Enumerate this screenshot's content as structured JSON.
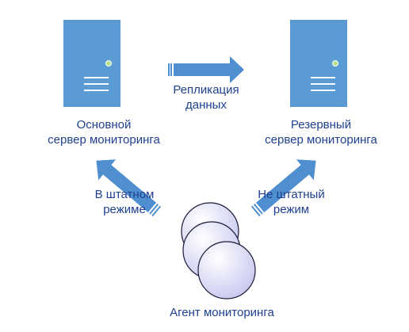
{
  "colors": {
    "server_fill": "#5b9bd5",
    "server_line": "#ffffff",
    "server_led": "#b8e28a",
    "arrow_fill": "#4f8fd0",
    "agent_fill_light": "#ffffff",
    "agent_fill_dark": "#c8c8f0",
    "agent_stroke": "#1a1a3a",
    "text": "#1f3f8f"
  },
  "nodes": {
    "primary_server": {
      "line1": "Основной",
      "line2": "сервер мониторинга",
      "icon": "server-icon"
    },
    "backup_server": {
      "line1": "Резервный",
      "line2": "сервер мониторинга",
      "icon": "server-icon"
    },
    "agent": {
      "label": "Агент мониторинга",
      "icon": "agent-stack-icon"
    }
  },
  "edges": {
    "replication": {
      "line1": "Репликация",
      "line2": "данных"
    },
    "normal_mode": {
      "line1": "В штатном",
      "line2": "режиме"
    },
    "fallback_mode": {
      "line1": "Не штатный",
      "line2": "режим"
    }
  }
}
